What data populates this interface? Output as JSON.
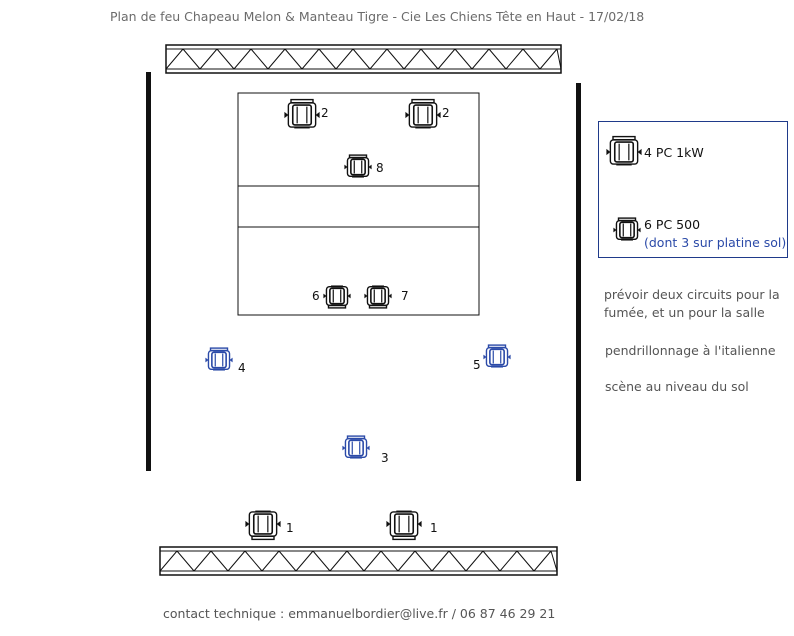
{
  "title": "Plan de feu Chapeau Melon & Manteau Tigre - Cie Les Chiens Tête en Haut - 17/02/18",
  "contact": "contact technique : emmanuelbordier@live.fr  /  06 87 46 29 21",
  "legend": {
    "pc1kw": "4 PC 1kW",
    "pc500": "6 PC 500",
    "pc500_note": "(dont 3 sur platine sol)"
  },
  "notes": {
    "line1": "prévoir deux circuits pour la",
    "line2": "fumée, et un pour la salle",
    "line3": "pendrillonnage à l'italienne",
    "line4": "scène au niveau du sol"
  },
  "colors": {
    "ink": "#111111",
    "blue": "#2b4aa8",
    "frame": "#1f3a8a"
  },
  "fixtures": [
    {
      "type": "pc1kw",
      "circuit": "2"
    },
    {
      "type": "pc1kw",
      "circuit": "2"
    },
    {
      "type": "pc500",
      "circuit": "8"
    },
    {
      "type": "pc500",
      "circuit": "6"
    },
    {
      "type": "pc500",
      "circuit": "7"
    },
    {
      "type": "pc500-floor",
      "circuit": "4"
    },
    {
      "type": "pc500-floor",
      "circuit": "5"
    },
    {
      "type": "pc500-floor",
      "circuit": "3"
    },
    {
      "type": "pc1kw",
      "circuit": "1"
    },
    {
      "type": "pc1kw",
      "circuit": "1"
    }
  ]
}
